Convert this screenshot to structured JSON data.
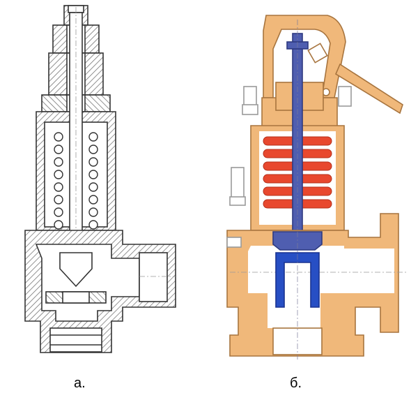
{
  "captions": {
    "a": "а.",
    "b": "б."
  },
  "colors": {
    "line": "#333333",
    "hatch": "#555555",
    "body": "#f0b87a",
    "bodyStroke": "#a7743e",
    "spring": "#e8482e",
    "stem": "#4f5eb0",
    "disc": "#274fc4",
    "axis": "#9a9a9a"
  },
  "figures": {
    "a": {
      "name": "safety-valve-drawing-monochrome"
    },
    "b": {
      "name": "safety-valve-drawing-colored"
    }
  }
}
